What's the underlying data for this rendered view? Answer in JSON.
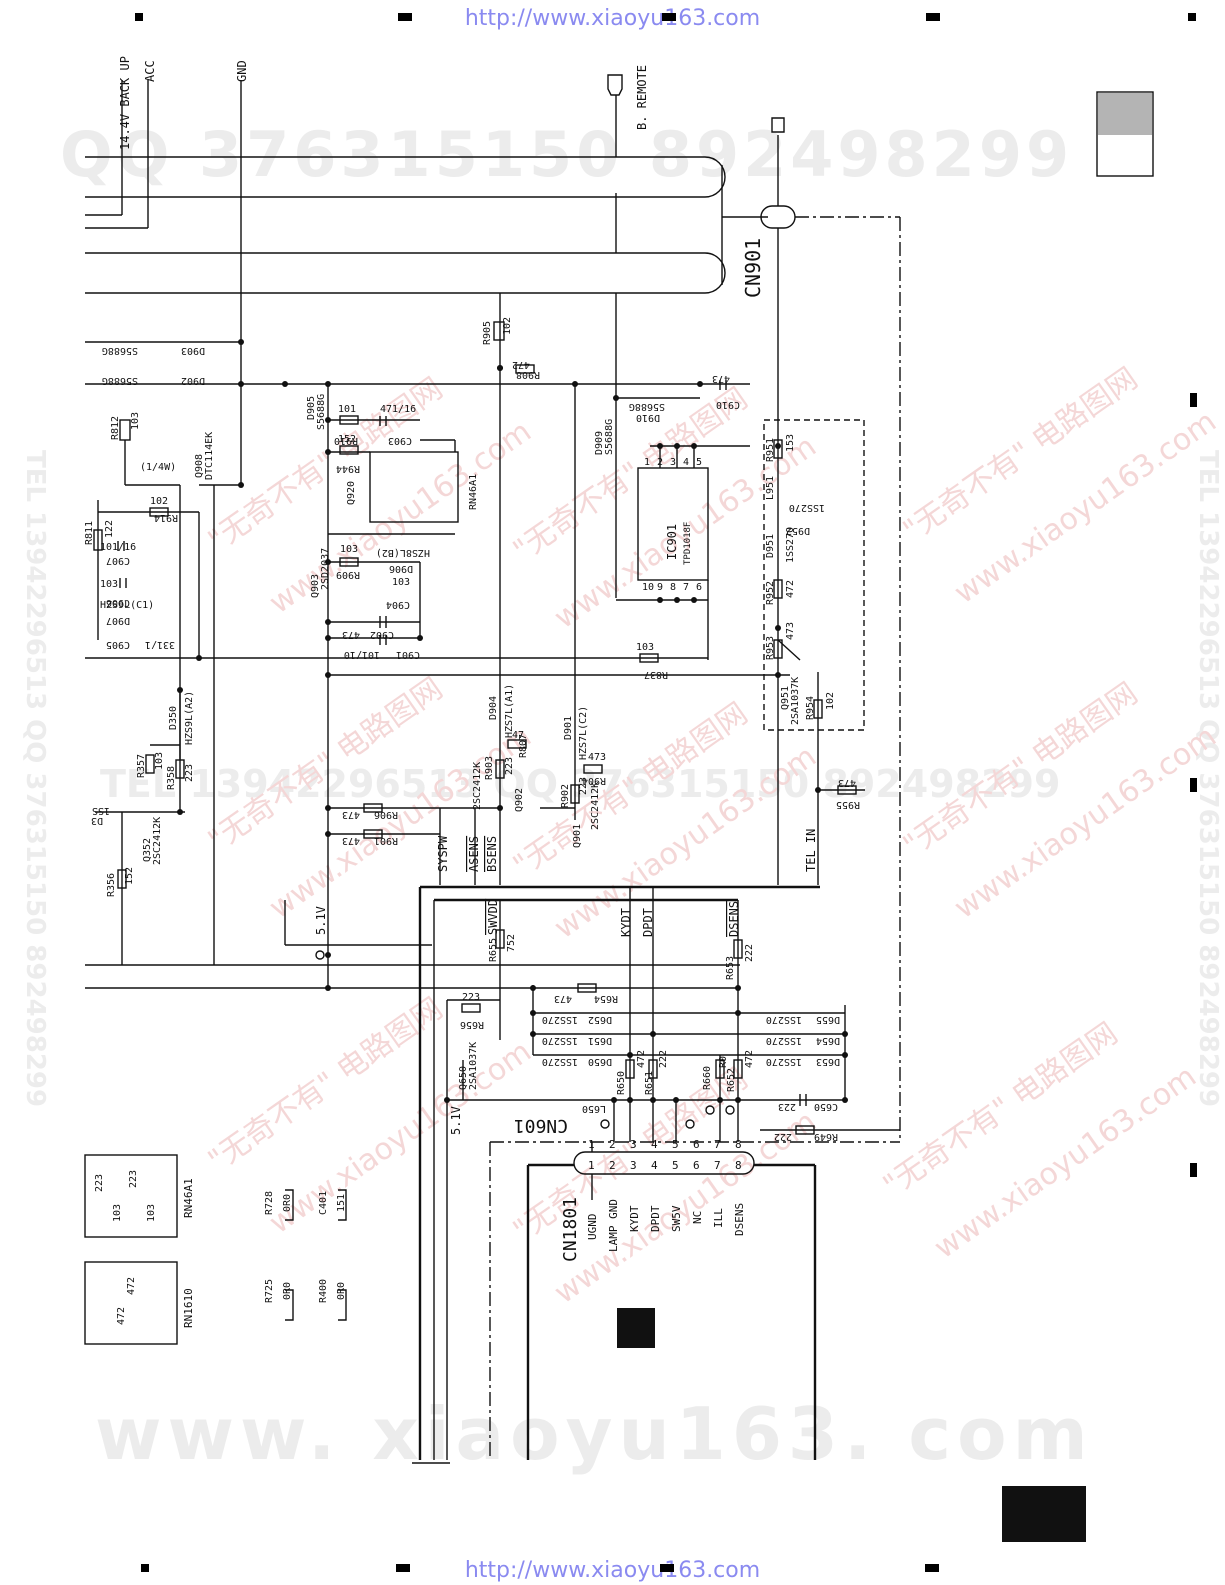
{
  "watermarks": {
    "url": "http://www.xiaoyu163.com",
    "qq": "QQ 376315150  892498299",
    "tel": "TEL 13942296513  QQ 376315150  892498299",
    "site": "www. xiaoyu163. com",
    "cn": "\"无奇不有\" 电路图网",
    "cn_site": "www.xiaoyu163.com"
  },
  "rails": {
    "backup": "14.4V BACK UP",
    "acc": "ACC",
    "gnd": "GND",
    "remote": "B. REMOTE",
    "v51": "5.1V",
    "v51b": "5.1V"
  },
  "connectors": {
    "cn901": "CN901",
    "cn601": "CN601",
    "cn1801": "CN1801",
    "pins": [
      "1",
      "2",
      "3",
      "4",
      "5",
      "6",
      "7",
      "8"
    ],
    "cn1801_labels": [
      "UGND",
      "LAMP GND",
      "KYDT",
      "DPDT",
      "SW5V",
      "NC",
      "ILL",
      "DSENS"
    ]
  },
  "signals": {
    "syspw": "SYSPW",
    "asens": "ASENS",
    "bsens": "BSENS",
    "telin": "TEL IN",
    "swvdd": "SWVDD",
    "kydt": "KYDT",
    "dpdt": "DPDT",
    "dsens": "DSENS"
  },
  "ic": {
    "ref": "IC901",
    "part": "TPD1018F",
    "top_pins": [
      "1",
      "2",
      "3",
      "4",
      "5"
    ],
    "bottom_pins": [
      "10",
      "9",
      "8",
      "7",
      "6"
    ]
  },
  "parts": {
    "d903": "D903",
    "d903v": "S5688G",
    "d902": "D902",
    "d902v": "S5688G",
    "r812": "R812",
    "r812v": "103",
    "r905": "R905",
    "r905v": "102",
    "r908": "R908",
    "r908v": "472",
    "c910": "C910",
    "c910v": "473",
    "d910": "D910",
    "d910v": "S5688G",
    "d909": "D909",
    "d909v": "S5688G",
    "d905": "D905",
    "d905v": "S5688G",
    "r910": "R910",
    "r910v": "101",
    "c903": "C903",
    "c903v": "471/16",
    "r944": "R944",
    "r944v": "152",
    "q920": "Q920",
    "rn46a1_ic": "RN46A1",
    "r914": "R914",
    "r914v": "102",
    "r914w": "(1/4W)",
    "q908": "Q908",
    "q908v": "DTC114EK",
    "r811": "R811",
    "r811v": "122",
    "c907": "C907",
    "c907v": "101/16",
    "c906": "C906",
    "c906v": "103",
    "d907": "D907",
    "d907v": "HZS9L(C1)",
    "c905": "C905",
    "c905v": "331/1",
    "r909": "R909",
    "r909v": "103",
    "d906": "D906",
    "d906v": "HZS8L(B2)",
    "q903": "Q903",
    "q903v": "2SD2037",
    "c904": "C904",
    "c904v": "103",
    "c902": "C902",
    "c902v": "473",
    "c901": "C901",
    "c901v": "101/10",
    "r837": "R837",
    "r837v": "103",
    "r951": "R951",
    "r951v": "153",
    "l951": "L951",
    "d952": "D952",
    "d952v": "1SS270",
    "d951": "D951",
    "d951v": "1SS270",
    "r952": "R952",
    "r952v": "472",
    "r953": "R953",
    "r953v": "473",
    "q951": "Q951",
    "q951v": "2SA1037K",
    "r954": "R954",
    "r954v": "102",
    "d350": "D350",
    "d350v": "HZS9L(A2)",
    "r357": "R357",
    "r357v": "103",
    "r358": "R358",
    "r358v": "223",
    "q352": "Q352",
    "q352v": "2SC2412K",
    "d3": "D3",
    "d3v": "1SS",
    "r356": "R356",
    "r356v": "152",
    "d904": "D904",
    "d904v": "HZS7L(A1)",
    "r903": "R903",
    "r903v": "223",
    "r807": "R807",
    "r807v": "47",
    "q902": "Q902",
    "q902v": "2SC2412K",
    "r906": "R906",
    "r906v": "473",
    "r901": "R901",
    "r901v": "473",
    "d901": "D901",
    "d901v": "HZS7L(C2)",
    "r904": "R904",
    "r904v": "473",
    "r902": "R902",
    "r902v": "223",
    "q901": "Q901",
    "q901v": "2SC2412K",
    "r955": "R955",
    "r955v": "473",
    "r655": "R655",
    "r655v": "752",
    "r653": "R653",
    "r653v": "222",
    "r654": "R654",
    "r654v": "473",
    "r656": "R656",
    "r656v": "223",
    "d652": "D652",
    "d651": "D651",
    "d650": "D650",
    "d655": "D655",
    "d654": "D654",
    "d653": "D653",
    "dv": "1SS270",
    "q650": "Q650",
    "q650v": "2SA1037K",
    "r650": "R650",
    "r650v": "472",
    "r651": "R651",
    "r651v": "222",
    "r660": "R660",
    "r660v": "R0",
    "r652": "R652",
    "r652v": "472",
    "c650": "C650",
    "c650v": "223",
    "r649": "R649",
    "r649v": "222",
    "l650": "L650",
    "rn46a1": "RN46A1",
    "rn46a1_a": "223",
    "rn46a1_b": "223",
    "rn46a1_c": "103",
    "rn46a1_d": "103",
    "rn1610": "RN1610",
    "rn1610_a": "472",
    "rn1610_b": "472",
    "r728": "R728",
    "r728v": "0R0",
    "c401": "C401",
    "c401v": "151",
    "r725": "R725",
    "r725v": "0R0",
    "r400": "R400",
    "r400v": "0R0"
  },
  "colors": {
    "line": "#111111",
    "url": "#8a8af0",
    "gray_block": "#b4b4b4"
  }
}
